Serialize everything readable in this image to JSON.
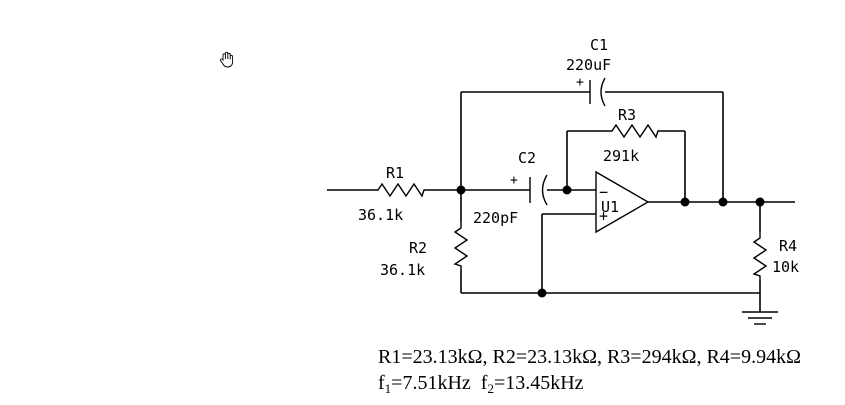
{
  "components": {
    "c1": {
      "name": "C1",
      "value": "220uF",
      "polarity": "+"
    },
    "c2": {
      "name": "C2",
      "value": "220pF",
      "polarity": "+"
    },
    "r1": {
      "name": "R1",
      "value": "36.1k"
    },
    "r2": {
      "name": "R2",
      "value": "36.1k"
    },
    "r3": {
      "name": "R3",
      "value": "291k"
    },
    "r4": {
      "name": "R4",
      "value": "10k"
    },
    "u1": {
      "name": "U1",
      "minus": "−",
      "plus": "+"
    }
  },
  "formulas": {
    "values": "R1=23.13kΩ, R2=23.13kΩ, R3=294kΩ, R4=9.94kΩ",
    "f1_symbol": "f",
    "f1_sub": "1",
    "f1_value": "=7.51kHz",
    "f2_symbol": "f",
    "f2_sub": "2",
    "f2_value": "=13.45kHz"
  },
  "cursor_icon": "hand-cursor-icon"
}
